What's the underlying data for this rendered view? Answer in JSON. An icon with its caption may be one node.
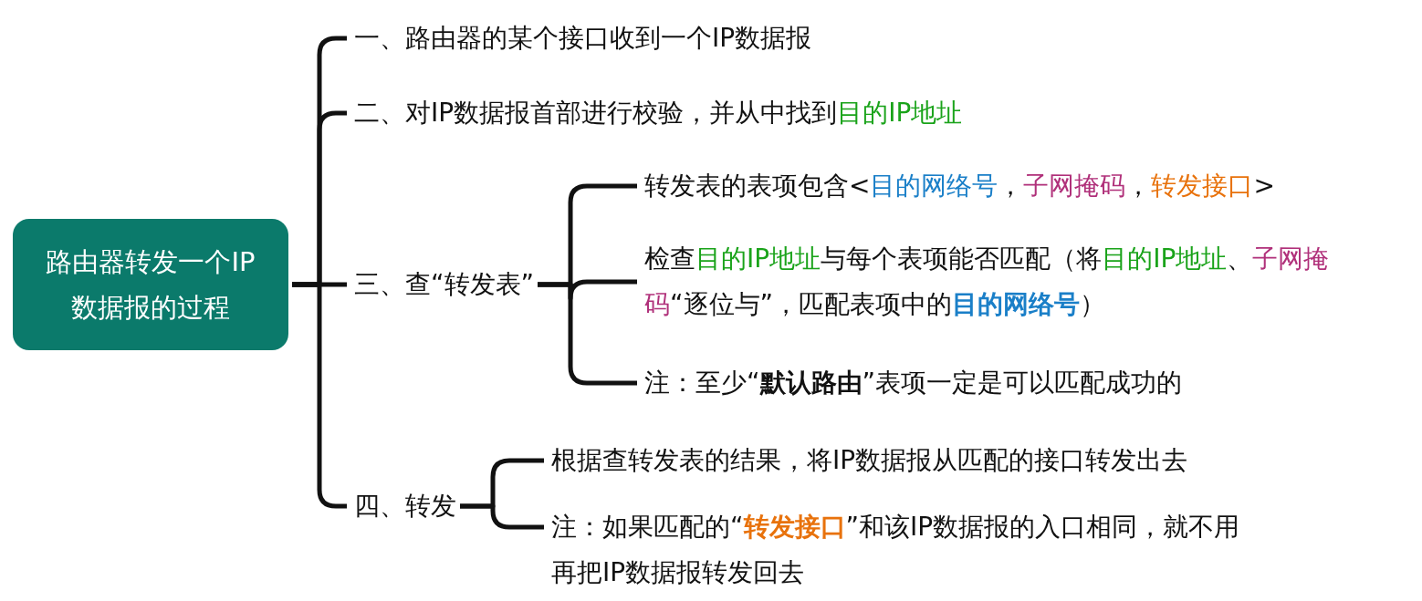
{
  "diagram": {
    "nodes": [
      {
        "text": [
          "路由器转发一个IP数据报的过程"
        ]
      },
      {
        "text": [
          "一、路由器的某个接口收到一个IP数据报"
        ]
      },
      {
        "text": [
          "二、对IP数据报首部进行校验，并从中找到目的IP地址"
        ]
      },
      {
        "text": [
          "三、查“转发表”"
        ]
      },
      {
        "text": [
          "转发表的表项包含<目的网络号，子网掩码，转发接口>"
        ]
      },
      {
        "text": [
          "检查目的IP地址与每个表项能否匹配（将目的IP地址、子网掩码“逐位与”，匹配表项中的**目的网络号**）"
        ]
      },
      {
        "text": [
          "注：至少“**默认路由**”表项一定是可以匹配成功的"
        ]
      },
      {
        "text": [
          "四、转发"
        ]
      },
      {
        "text": [
          "根据查转发表的结果，将IP数据报从匹配的接口转发出去"
        ]
      },
      {
        "text": [
          "注：如果匹配的“**转发接口**”和该IP数据报的入口相同，就不用再把IP数据报转发回去"
        ]
      }
    ],
    "edges": [
      {
        "from": 0,
        "to": 1,
        "arrow": "none"
      },
      {
        "from": 0,
        "to": 2,
        "arrow": "none"
      },
      {
        "from": 0,
        "to": 3,
        "arrow": "none"
      },
      {
        "from": 0,
        "to": 7,
        "arrow": "none"
      },
      {
        "from": 3,
        "to": 4,
        "arrow": "none"
      },
      {
        "from": 3,
        "to": 5,
        "arrow": "none"
      },
      {
        "from": 3,
        "to": 6,
        "arrow": "none"
      },
      {
        "from": 7,
        "to": 8,
        "arrow": "none"
      },
      {
        "from": 7,
        "to": 9,
        "arrow": "none"
      }
    ]
  }
}
